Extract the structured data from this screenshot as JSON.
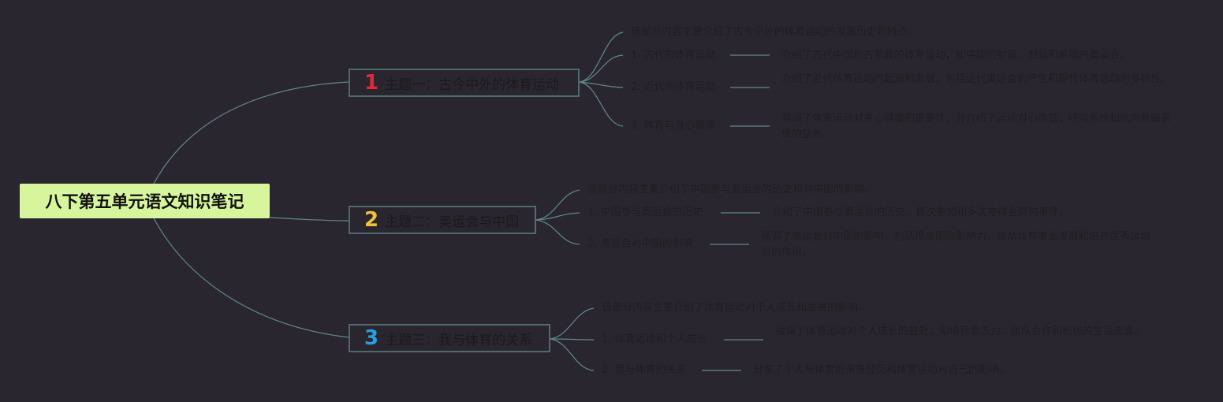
{
  "root": {
    "title": "八下第五单元语文知识笔记"
  },
  "topics": [
    {
      "number": "1",
      "title": "主题一：古今中外的体育运动",
      "summary": "该部分内容主要介绍了古今中外的体育运动的发展历史和特点。",
      "items": [
        {
          "label": "1. 古代的体育运动",
          "detail": "介绍了古代中国和古希腊的体育运动，如中国的射箭、划船和希腊的奥运会。"
        },
        {
          "label": "2. 近代的体育运动",
          "detail": "介绍了近代体育运动的起源和发展，包括近代奥运会的产生和现代体育运动的多样性。"
        },
        {
          "label": "3. 体育与身心健康",
          "detail": "强调了体育运动对身心健康的重要性，并介绍了运动对心血管、呼吸系统和肌肉骨骼系统的益处。"
        }
      ]
    },
    {
      "number": "2",
      "title": "主题二：奥运会与中国",
      "summary": "该部分内容主要介绍了中国参与奥运会的历史和对中国的影响。",
      "items": [
        {
          "label": "1. 中国参与奥运会的历史",
          "detail": "介绍了中国参与奥运会的历史，首次参加和多次夺得金牌的事件。"
        },
        {
          "label": "2. 奥运会对中国的影响",
          "detail": "强调了奥运会对中国的影响，包括提高国际影响力、推动体育事业发展和培养优秀运动员的作用。"
        }
      ]
    },
    {
      "number": "3",
      "title": "主题三：我与体育的关系",
      "summary": "该部分内容主要介绍了体育运动对个人成长和发展的影响。",
      "items": [
        {
          "label": "1. 体育运动和个人成长",
          "detail": "强调了体育运动对个人成长的益处，如培养意志力、团队合作和积极的生活态度。"
        },
        {
          "label": "2. 我与体育的关系",
          "detail": "分享了个人与体育的亲身经历和体育运动对自己的影响。"
        }
      ]
    }
  ],
  "colors": {
    "background": "#2a2630",
    "root_fill": "#d7f59c",
    "connector": "#5e8a8c",
    "topic_border": "#4e6a6c",
    "number1": "#e0283a",
    "number2": "#f2c23a",
    "number3": "#2a9ee0"
  }
}
